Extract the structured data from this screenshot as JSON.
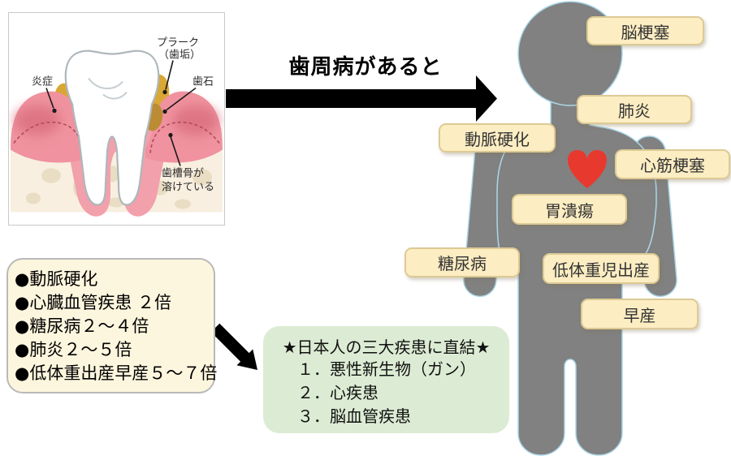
{
  "headline": "歯周病があると",
  "tooth_diagram": {
    "labels": {
      "plaque_line1": "プラーク",
      "plaque_line2": "（歯垢）",
      "inflammation": "炎症",
      "tartar": "歯石",
      "bone_line1": "歯槽骨が",
      "bone_line2": "溶けている"
    }
  },
  "body_labels": [
    {
      "text": "脳梗塞"
    },
    {
      "text": "肺炎"
    },
    {
      "text": "動脈硬化"
    },
    {
      "text": "心筋梗塞"
    },
    {
      "text": "胃潰瘍"
    },
    {
      "text": "糖尿病"
    },
    {
      "text": "低体重児出産"
    },
    {
      "text": "早産"
    }
  ],
  "risk_box": {
    "items": [
      "●動脈硬化",
      "●心臓血管疾患 ２倍",
      "●糖尿病２～４倍",
      "●肺炎２～５倍",
      "●低体重出産早産５～７倍"
    ]
  },
  "major_disease_box": {
    "title": "★日本人の三大疾患に直結★",
    "items": [
      "１．悪性新生物（ガン）",
      "２．心疾患",
      "３．脳血管疾患"
    ]
  },
  "colors": {
    "body_gray": "#818181",
    "body_outline": "#abd7e8",
    "heart_red": "#e8392e",
    "tag_fill": "#fcedc2",
    "tag_border": "#ddca94",
    "risk_box_fill": "#fdf6de",
    "green_box_fill": "#dcecd4",
    "plaque_yellow": "#d9a733",
    "tartar_dark": "#bb8c33",
    "gum_pink": "#f2a0ac",
    "gum_inflamed": "#dd7484",
    "bone_cream": "#f8efe0",
    "arrow_black": "#000000"
  }
}
